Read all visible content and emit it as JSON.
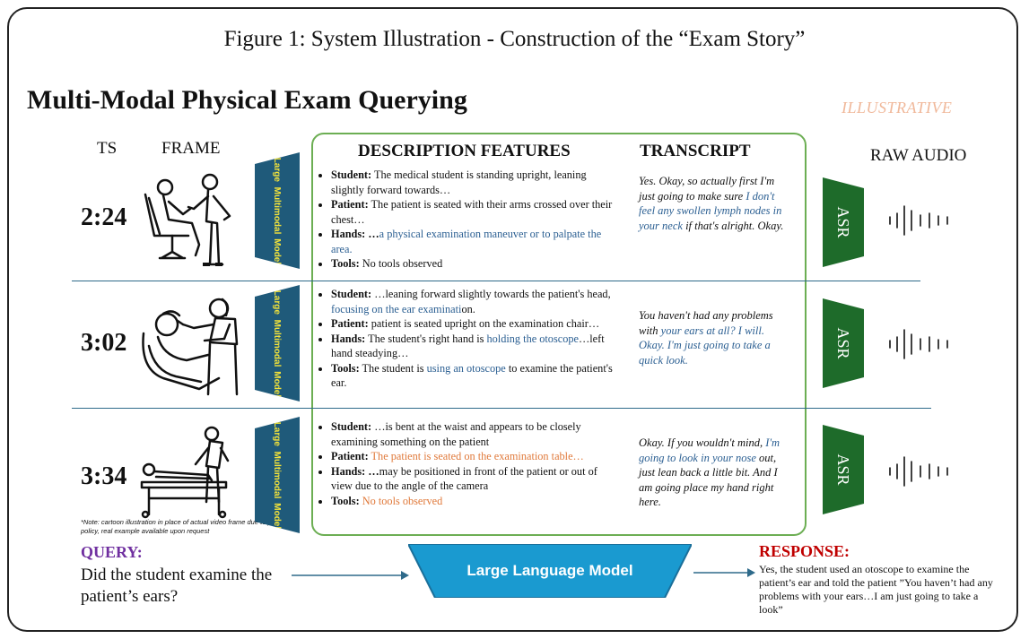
{
  "figure_title": "Figure 1: System Illustration - Construction of the “Exam Story”",
  "main_title": "Multi-Modal Physical Exam Querying",
  "illustrative_label": "ILLUSTRATIVE",
  "columns": {
    "ts": "TS",
    "frame": "FRAME",
    "description": "DESCRIPTION FEATURES",
    "transcript": "TRANSCRIPT",
    "raw_audio": "RAW AUDIO"
  },
  "model_label": [
    "Large",
    "Multimodal",
    "Model"
  ],
  "asr_label": "ASR",
  "rows": [
    {
      "time": "2:24",
      "student_label": "Student:",
      "student": "The medical student is standing upright, leaning slightly forward towards…",
      "patient_label": "Patient:",
      "patient": "The patient is seated with their arms crossed over their chest…",
      "hands_label": "Hands: …",
      "hands_hl": "a physical examination maneuver or to palpate the area.",
      "tools_label": "Tools:",
      "tools": "No tools observed",
      "transcript_a": "Yes. Okay, so actually first I'm just going to make sure",
      "transcript_hl": "I don't feel any swollen lymph nodes in your neck",
      "transcript_b": "if that's alright. Okay."
    },
    {
      "time": "3:02",
      "student_label": "Student:",
      "student_a": "…leaning forward slightly towards the patient's head,",
      "student_hl": "focusing on the ear examinati",
      "student_b": "on.",
      "patient_label": "Patient:",
      "patient": "patient is seated upright on the examination chair…",
      "hands_label": "Hands:",
      "hands_a": "The student's right hand is",
      "hands_hl": "holding the otoscope",
      "hands_b": "…left hand steadying…",
      "tools_label": "Tools:",
      "tools_a": "The student is",
      "tools_hl": "using an otoscope",
      "tools_b": "to examine the patient's ear.",
      "transcript_a": "You haven't had any problems with",
      "transcript_hl": "your ears at all? I will. Okay. I'm just going to take a quick look."
    },
    {
      "time": "3:34",
      "student_label": "Student:",
      "student": "…is bent at the waist and appears to be closely examining something on the patient",
      "patient_label": "Patient:",
      "patient_hl": "The patient is seated on the examination table…",
      "hands_label": "Hands: …",
      "hands": "may be positioned in front of the patient or out of view due to the angle of the camera",
      "tools_label": "Tools:",
      "tools_hl": "No tools observed",
      "transcript_a": "Okay. If you wouldn't mind,",
      "transcript_hl": "I'm going to look in your nose",
      "transcript_b": "out, just lean back a little bit. And I am going place my hand right here."
    }
  ],
  "note": "*Note: cartoon illustration in place of actual video frame due to preprint policy, real example available upon request",
  "query_label": "QUERY:",
  "query_text": "Did the student examine the patient’s ears?",
  "llm_label": "Large Language Model",
  "response_label": "RESPONSE:",
  "response_text": "Yes, the student used an otoscope to examine the patient’s ear and told the patient ”You haven’t had any problems with your ears…I am just going to take a look”",
  "colors": {
    "model_box": "#1f5a7a",
    "model_text": "#f2e23a",
    "asr_box": "#1e6b2a",
    "llm_box": "#1a9ad0",
    "green_border": "#6cae53",
    "highlight_blue": "#2b5f92",
    "highlight_orange": "#e0793a",
    "query": "#7030a0",
    "response": "#c00000"
  }
}
